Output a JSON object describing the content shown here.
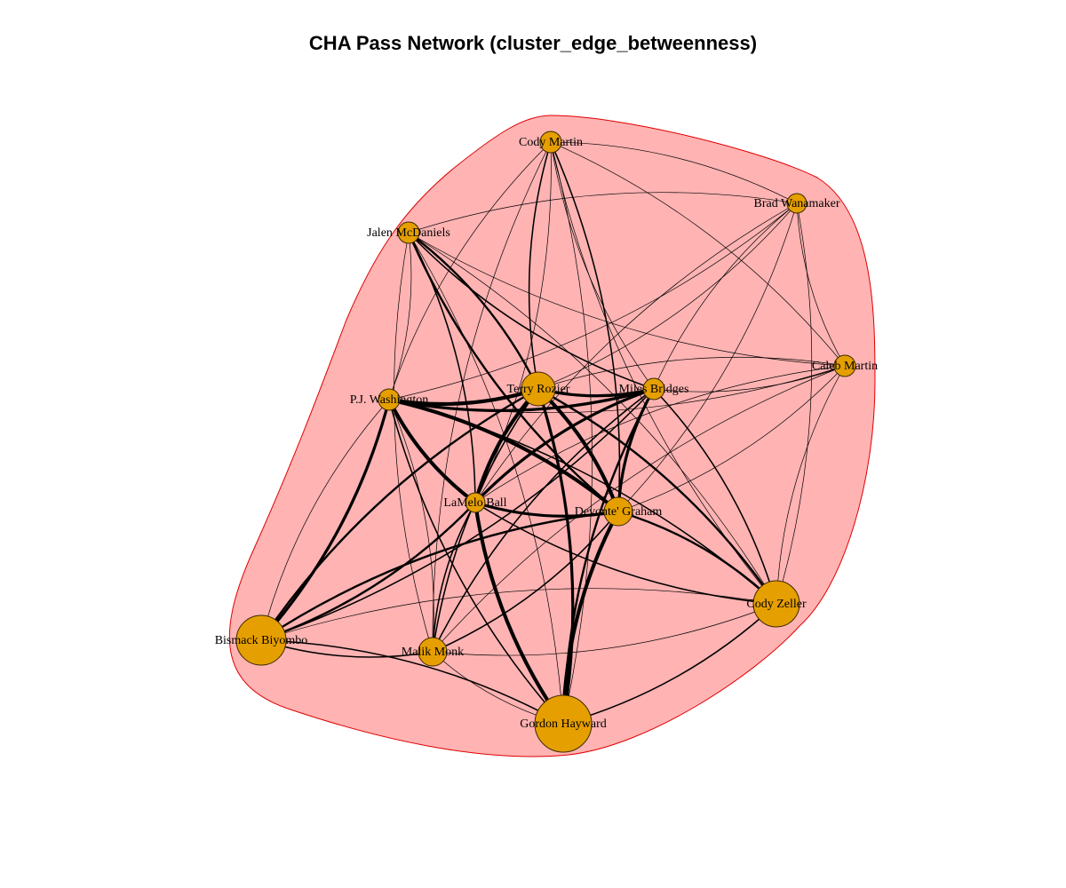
{
  "title": "CHA Pass Network (cluster_edge_betweenness)",
  "colors": {
    "cluster_fill": "#ffb3b3",
    "cluster_stroke": "#e00000",
    "node_fill": "#e69f00",
    "node_stroke": "#3a2a00",
    "edge": "#000000"
  },
  "nodes": [
    {
      "id": "cody_martin",
      "label": "Cody Martin"
    },
    {
      "id": "brad",
      "label": "Brad Wanamaker"
    },
    {
      "id": "jalen",
      "label": "Jalen McDaniels"
    },
    {
      "id": "caleb",
      "label": "Caleb Martin"
    },
    {
      "id": "terry",
      "label": "Terry Rozier"
    },
    {
      "id": "miles",
      "label": "Miles Bridges"
    },
    {
      "id": "pj",
      "label": "P.J. Washington"
    },
    {
      "id": "lamelo",
      "label": "LaMelo Ball"
    },
    {
      "id": "devonte",
      "label": "Devonte' Graham"
    },
    {
      "id": "zeller",
      "label": "Cody Zeller"
    },
    {
      "id": "biyombo",
      "label": "Bismack Biyombo"
    },
    {
      "id": "monk",
      "label": "Malik Monk"
    },
    {
      "id": "hayward",
      "label": "Gordon Hayward"
    }
  ],
  "edges": [
    [
      "terry",
      "pj",
      5
    ],
    [
      "terry",
      "lamelo",
      5
    ],
    [
      "terry",
      "devonte",
      5
    ],
    [
      "terry",
      "miles",
      4
    ],
    [
      "terry",
      "hayward",
      4
    ],
    [
      "pj",
      "lamelo",
      5
    ],
    [
      "pj",
      "devonte",
      5
    ],
    [
      "pj",
      "miles",
      4
    ],
    [
      "pj",
      "biyombo",
      4
    ],
    [
      "lamelo",
      "devonte",
      4
    ],
    [
      "lamelo",
      "miles",
      4
    ],
    [
      "lamelo",
      "hayward",
      5
    ],
    [
      "lamelo",
      "biyombo",
      3
    ],
    [
      "lamelo",
      "monk",
      2
    ],
    [
      "devonte",
      "miles",
      4
    ],
    [
      "devonte",
      "hayward",
      5
    ],
    [
      "devonte",
      "zeller",
      3
    ],
    [
      "devonte",
      "biyombo",
      3
    ],
    [
      "devonte",
      "monk",
      2
    ],
    [
      "miles",
      "hayward",
      3
    ],
    [
      "miles",
      "zeller",
      2
    ],
    [
      "miles",
      "monk",
      2
    ],
    [
      "jalen",
      "terry",
      3
    ],
    [
      "jalen",
      "devonte",
      3
    ],
    [
      "jalen",
      "lamelo",
      2
    ],
    [
      "jalen",
      "miles",
      2
    ],
    [
      "jalen",
      "pj",
      1
    ],
    [
      "jalen",
      "monk",
      1
    ],
    [
      "jalen",
      "zeller",
      1
    ],
    [
      "jalen",
      "caleb",
      1
    ],
    [
      "jalen",
      "hayward",
      1
    ],
    [
      "cody_martin",
      "terry",
      2
    ],
    [
      "cody_martin",
      "devonte",
      2
    ],
    [
      "cody_martin",
      "miles",
      1
    ],
    [
      "cody_martin",
      "lamelo",
      1
    ],
    [
      "cody_martin",
      "pj",
      1
    ],
    [
      "cody_martin",
      "caleb",
      1
    ],
    [
      "cody_martin",
      "zeller",
      1
    ],
    [
      "cody_martin",
      "brad",
      1
    ],
    [
      "cody_martin",
      "monk",
      1
    ],
    [
      "cody_martin",
      "hayward",
      1
    ],
    [
      "brad",
      "jalen",
      1
    ],
    [
      "brad",
      "terry",
      1
    ],
    [
      "brad",
      "miles",
      1
    ],
    [
      "brad",
      "devonte",
      1
    ],
    [
      "brad",
      "lamelo",
      1
    ],
    [
      "brad",
      "zeller",
      1
    ],
    [
      "brad",
      "caleb",
      1
    ],
    [
      "brad",
      "pj",
      1
    ],
    [
      "caleb",
      "terry",
      1
    ],
    [
      "caleb",
      "miles",
      1
    ],
    [
      "caleb",
      "lamelo",
      1
    ],
    [
      "caleb",
      "devonte",
      1
    ],
    [
      "caleb",
      "zeller",
      1
    ],
    [
      "caleb",
      "pj",
      1
    ],
    [
      "caleb",
      "monk",
      1
    ],
    [
      "zeller",
      "hayward",
      2
    ],
    [
      "zeller",
      "terry",
      3
    ],
    [
      "zeller",
      "lamelo",
      2
    ],
    [
      "zeller",
      "pj",
      2
    ],
    [
      "zeller",
      "monk",
      1
    ],
    [
      "zeller",
      "biyombo",
      1
    ],
    [
      "biyombo",
      "hayward",
      2
    ],
    [
      "biyombo",
      "monk",
      2
    ],
    [
      "biyombo",
      "terry",
      3
    ],
    [
      "biyombo",
      "miles",
      2
    ],
    [
      "biyombo",
      "pj",
      1
    ],
    [
      "monk",
      "hayward",
      1
    ],
    [
      "monk",
      "terry",
      2
    ],
    [
      "monk",
      "pj",
      1
    ],
    [
      "hayward",
      "pj",
      2
    ]
  ]
}
